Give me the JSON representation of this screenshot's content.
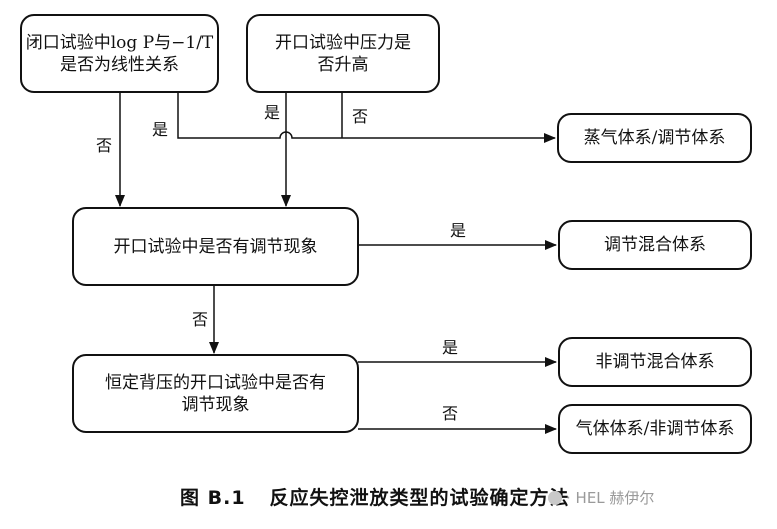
{
  "nodes": {
    "q_logp": {
      "line1": "闭口试验中log P与−1/T",
      "line2": "是否为线性关系"
    },
    "q_pressure": {
      "line1": "开口试验中压力是",
      "line2": "否升高"
    },
    "q_regulation": {
      "line1": "开口试验中是否有调节现象"
    },
    "q_backpressure": {
      "line1": "恒定背压的开口试验中是否有",
      "line2": "调节现象"
    },
    "r_vapor": {
      "text": "蒸气体系/调节体系"
    },
    "r_hybrid": {
      "text": "调节混合体系"
    },
    "r_nonhybrid": {
      "text": "非调节混合体系"
    },
    "r_gas": {
      "text": "气体体系/非调节体系"
    }
  },
  "edge_labels": {
    "logp_yes": "是",
    "logp_no": "否",
    "pressure_yes": "是",
    "pressure_no": "否",
    "regulation_yes": "是",
    "regulation_no": "否",
    "backpressure_yes": "是",
    "backpressure_no": "否"
  },
  "caption": {
    "number": "图 B.1",
    "title": "反应失控泄放类型的试验确定方法"
  },
  "watermark": {
    "text": "· HEL 赫伊尔"
  }
}
